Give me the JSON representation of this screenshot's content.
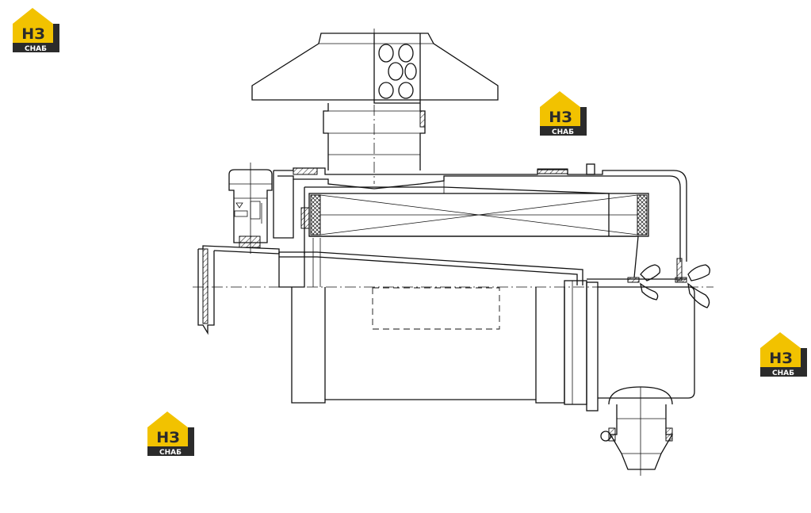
{
  "logos": [
    {
      "id": "logo-1",
      "mark": "НЗ",
      "caption": "СНАБ"
    },
    {
      "id": "logo-2",
      "mark": "НЗ",
      "caption": "СНАБ"
    },
    {
      "id": "logo-3",
      "mark": "НЗ",
      "caption": "СНАБ"
    },
    {
      "id": "logo-4",
      "mark": "НЗ",
      "caption": "СНАБ"
    }
  ],
  "colors": {
    "logo_yellow": "#f2c200",
    "logo_dark": "#2b2b2b",
    "line": "#111111",
    "background": "#ffffff"
  }
}
